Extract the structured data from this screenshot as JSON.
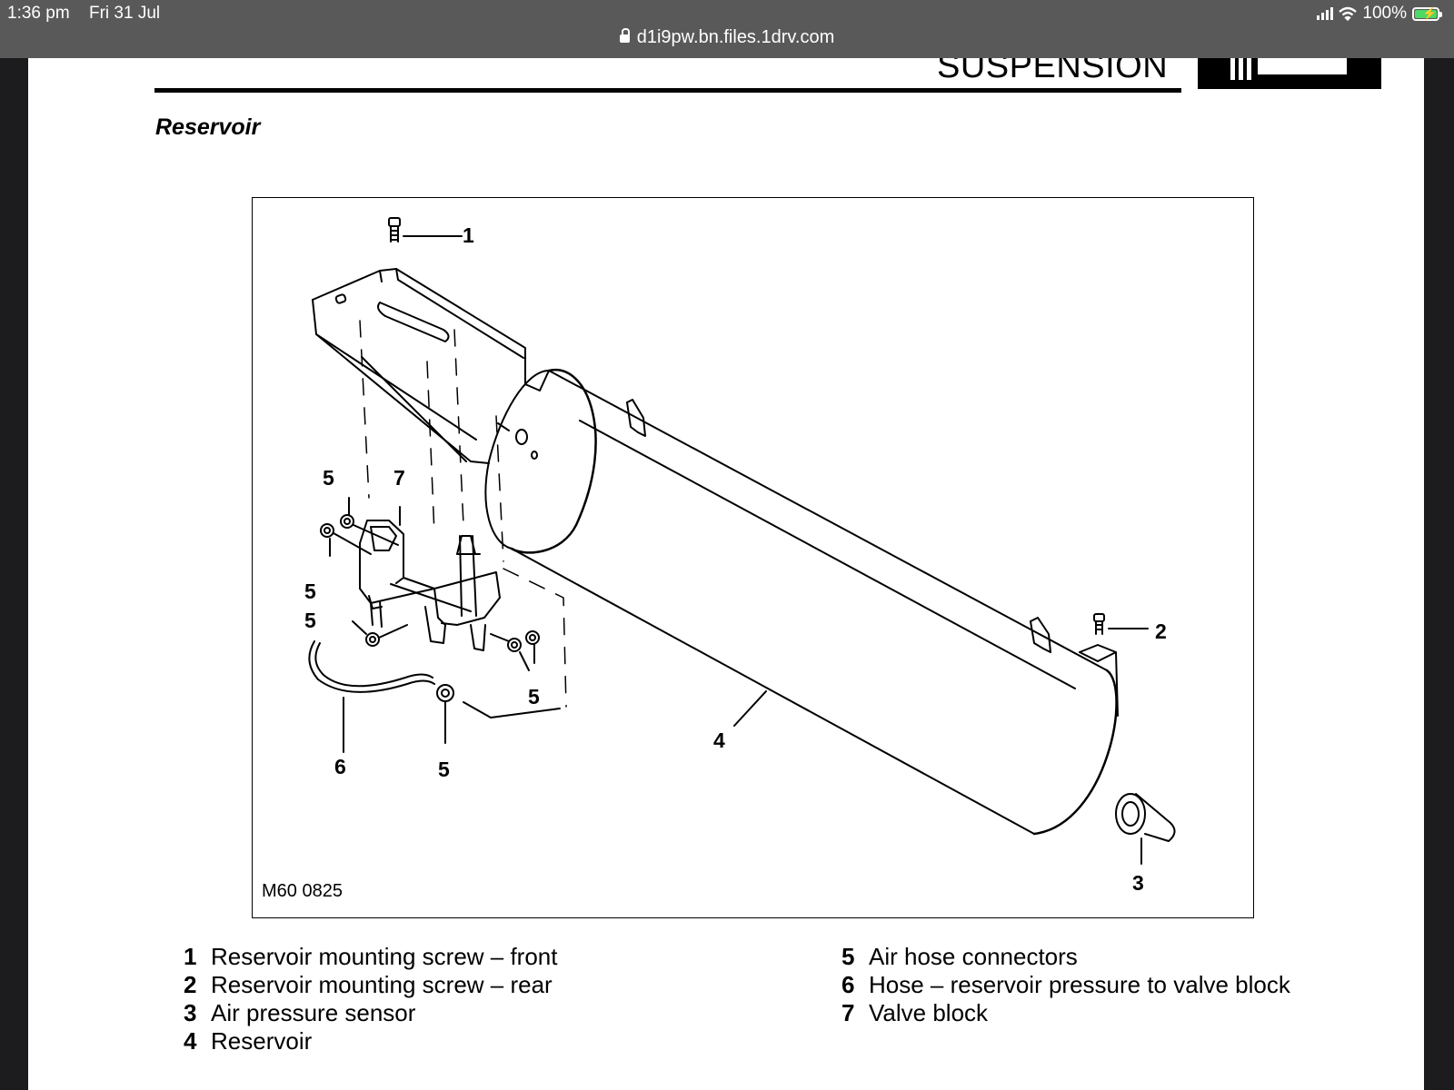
{
  "status_bar": {
    "time": "1:36 pm",
    "date": "Fri 31 Jul",
    "battery": "100%",
    "url": "d1i9pw.bn.files.1drv.com"
  },
  "document": {
    "section_title": "SUSPENSION",
    "heading": "Reservoir",
    "figure_code": "M60 0825",
    "callouts": {
      "c1": "1",
      "c2": "2",
      "c3": "3",
      "c4": "4",
      "c5": "5",
      "c6": "6",
      "c7": "7"
    },
    "legend": [
      {
        "num": "1",
        "text": "Reservoir mounting screw – front"
      },
      {
        "num": "2",
        "text": "Reservoir mounting screw – rear"
      },
      {
        "num": "3",
        "text": "Air pressure sensor"
      },
      {
        "num": "4",
        "text": "Reservoir"
      },
      {
        "num": "5",
        "text": "Air hose connectors"
      },
      {
        "num": "6",
        "text": "Hose – reservoir pressure to valve block"
      },
      {
        "num": "7",
        "text": "Valve block"
      }
    ]
  }
}
